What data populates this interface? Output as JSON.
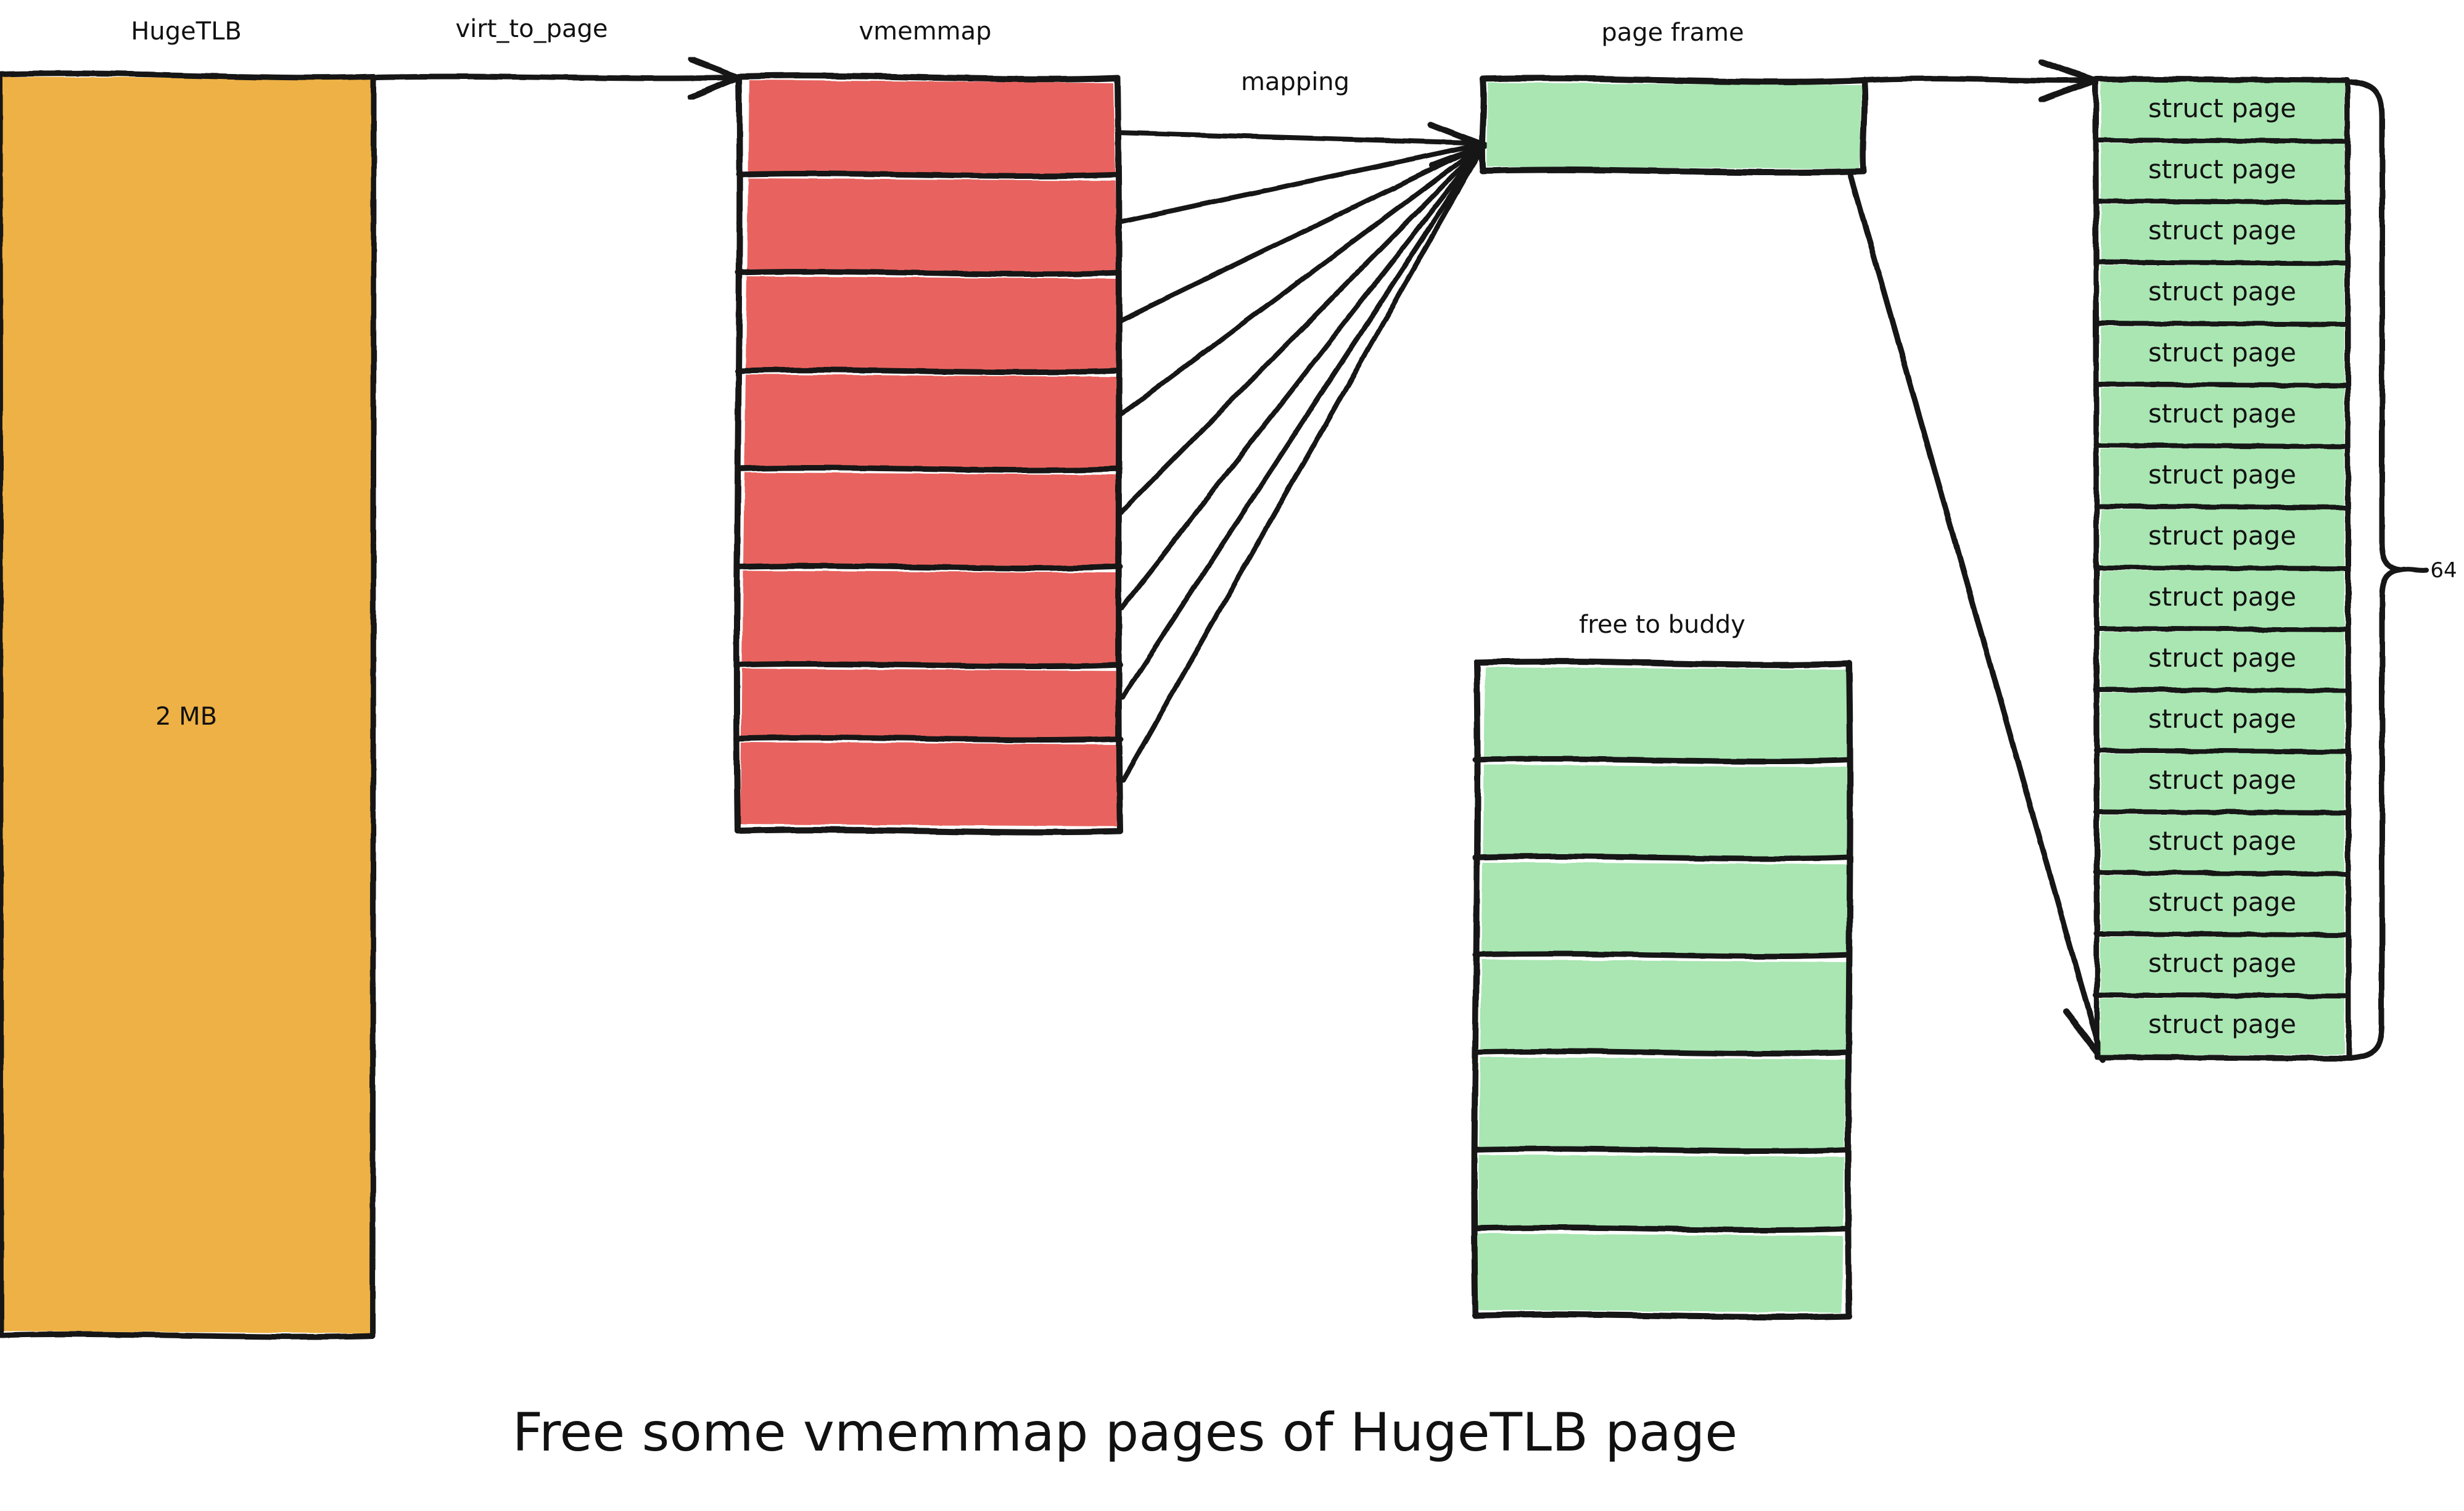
{
  "diagram": {
    "title": "Free some vmemmap pages of HugeTLB page",
    "colors": {
      "orange": "#eeb144",
      "red": "#e8635f",
      "green": "#a9e6b2",
      "stroke": "#141414",
      "background": "#ffffff"
    },
    "nodes": {
      "hugetlb": {
        "label": "HugeTLB",
        "value": "2 MB",
        "fill": "#eeb144",
        "segments": 1
      },
      "vmemmap": {
        "label": "vmemmap",
        "fill": "#e8635f",
        "segments": 8
      },
      "page_frame": {
        "label": "page frame",
        "fill": "#a9e6b2",
        "segments": 1
      },
      "free_to_buddy": {
        "label": "free to buddy",
        "fill": "#a9e6b2",
        "segments": 7
      },
      "struct_page_stack": {
        "fill": "#a9e6b2",
        "count_label": "64",
        "cell_label": "struct page",
        "cells": [
          "struct page",
          "struct page",
          "struct page",
          "struct page",
          "struct page",
          "struct page",
          "struct page",
          "struct page",
          "struct page",
          "struct page",
          "struct page",
          "struct page",
          "struct page",
          "struct page",
          "struct page",
          "struct page"
        ]
      }
    },
    "edges": [
      {
        "id": "virt-to-page",
        "label": "virt_to_page",
        "from": "hugetlb",
        "to": "vmemmap"
      },
      {
        "id": "mapping",
        "label": "mapping",
        "from": "vmemmap",
        "to": "page_frame",
        "fan_count": 8
      },
      {
        "id": "frame-to-stack-top",
        "label": "",
        "from": "page_frame",
        "to": "struct_page_stack"
      },
      {
        "id": "frame-to-stack-bottom",
        "label": "",
        "from": "page_frame",
        "to": "struct_page_stack"
      }
    ]
  }
}
